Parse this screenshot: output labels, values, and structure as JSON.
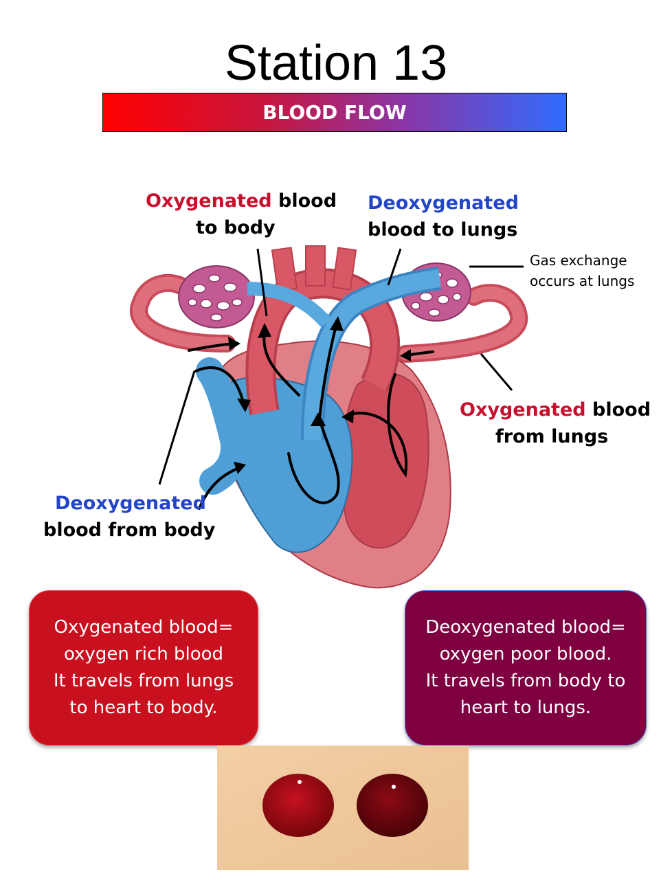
{
  "title": "Station 13",
  "banner": "BLOOD FLOW",
  "labels": {
    "top_left": {
      "highlight": "Oxygenated",
      "rest_line1": " blood",
      "line2": "to body"
    },
    "top_right": {
      "highlight": "Deoxygenated",
      "line2": "blood to lungs"
    },
    "gas_exchange": {
      "line1": "Gas exchange",
      "line2": "occurs at lungs"
    },
    "right": {
      "highlight": "Oxygenated",
      "rest_line1": " blood",
      "line2": "from lungs"
    },
    "left": {
      "highlight": "Deoxygenated",
      "line2": "blood from body"
    }
  },
  "boxes": {
    "oxygenated": [
      "Oxygenated blood=",
      "oxygen rich blood",
      "It travels from lungs",
      "to heart to body."
    ],
    "deoxygenated": [
      "Deoxygenated blood=",
      "oxygen poor blood.",
      "It travels from body to",
      "heart to lungs."
    ]
  },
  "colors": {
    "oxygenated_red": "#c8102e",
    "deoxygenated_blue": "#2345c8",
    "heart_red": "#d9525f",
    "heart_blue": "#4f9fd6",
    "lung_pink": "#c0508a"
  },
  "icons": [
    "heart-diagram",
    "lungs-diagram",
    "blood-drops-photo"
  ]
}
